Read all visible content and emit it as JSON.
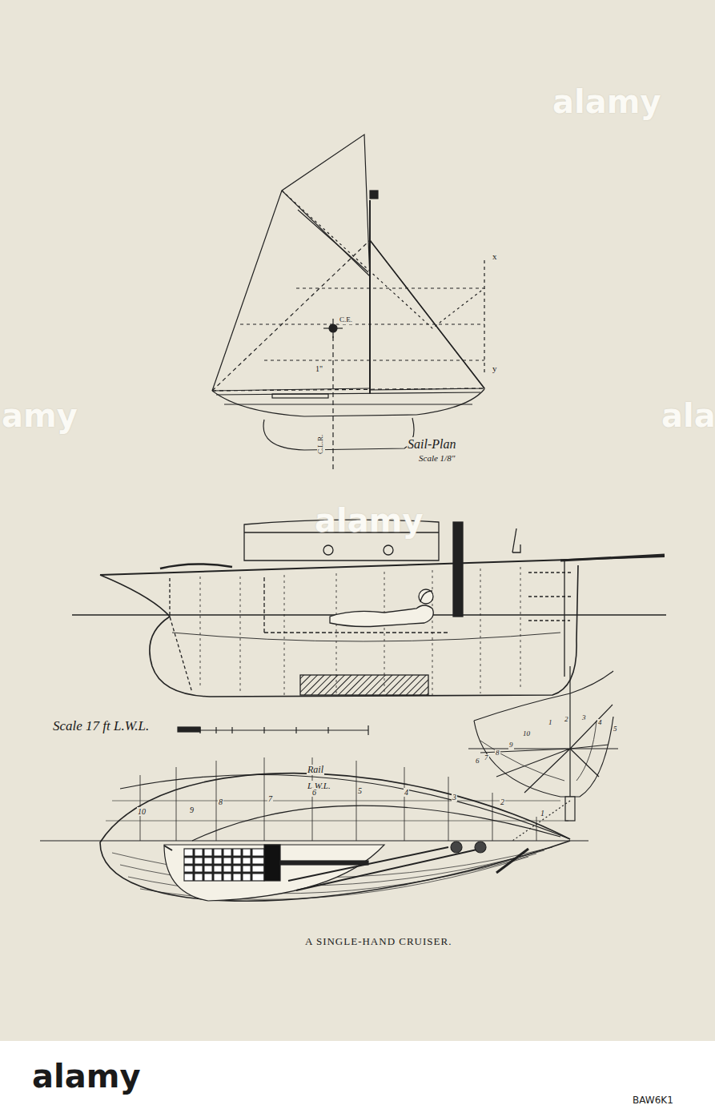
{
  "diagram": {
    "caption": "A SINGLE-HAND CRUISER.",
    "labels": [
      "alamy",
      "Sail-Plan",
      "Scale 1/8\"",
      "C.E.",
      "1\"",
      "x",
      "y",
      "C.L.R.",
      "alamy",
      "amy",
      "ala",
      "Scale 17 ft L.W.L.",
      "Rail",
      "L.W.L.",
      "10",
      "9",
      "8",
      "7",
      "6",
      "5",
      "4",
      "3",
      "2",
      "1",
      "6",
      "7",
      "8",
      "9",
      "10",
      "1",
      "2",
      "3",
      "4",
      "5",
      "alamy",
      "BAW6K1"
    ]
  }
}
